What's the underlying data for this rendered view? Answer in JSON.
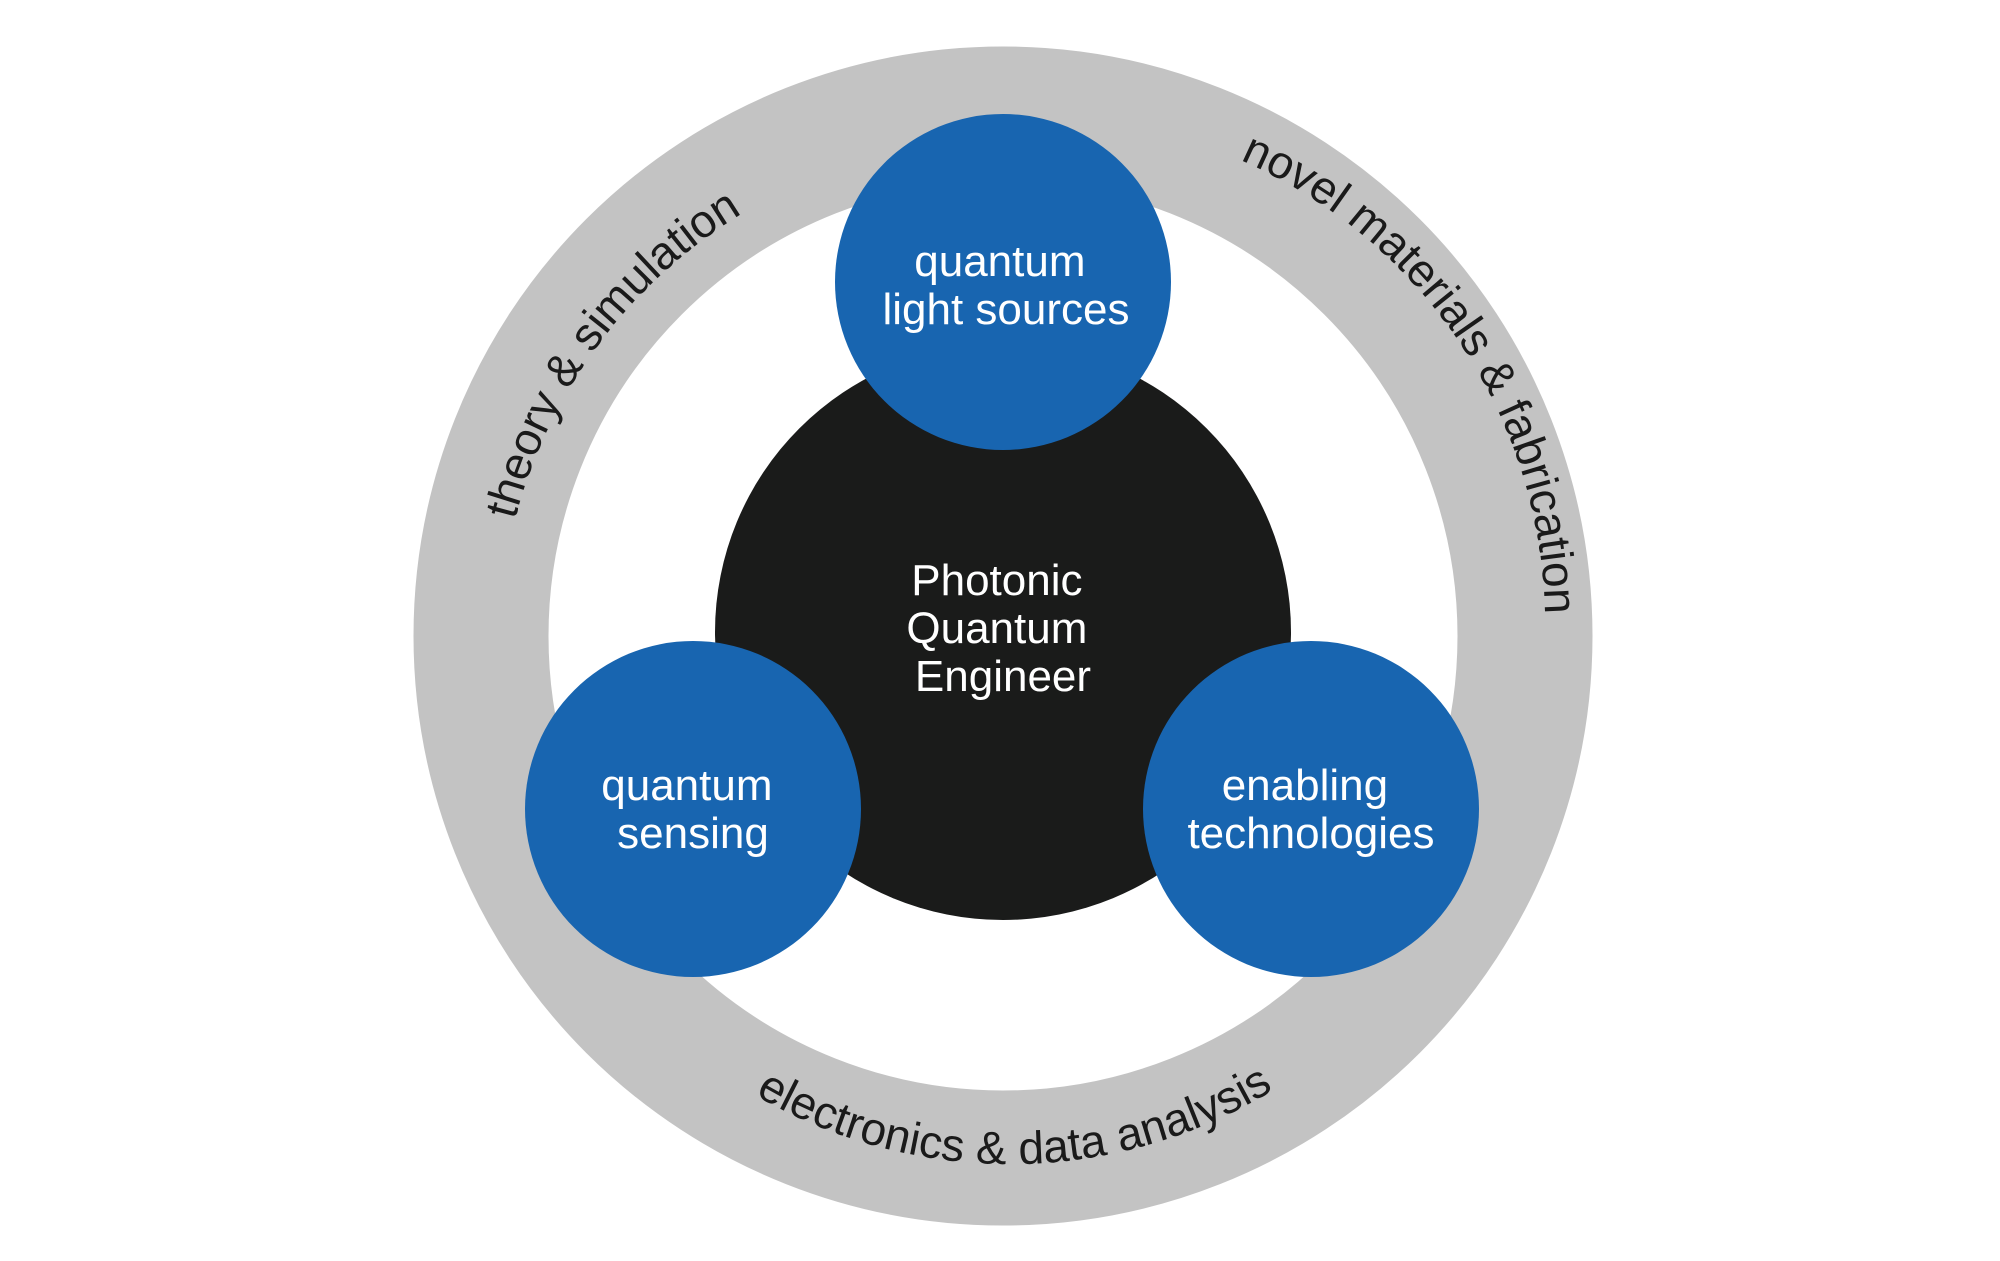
{
  "diagram": {
    "center": {
      "lines": [
        "Photonic",
        "Quantum",
        "Engineer"
      ]
    },
    "circles": {
      "top": {
        "lines": [
          "quantum",
          "light sources"
        ]
      },
      "left": {
        "lines": [
          "quantum",
          "sensing"
        ]
      },
      "right": {
        "lines": [
          "enabling",
          "technologies"
        ]
      }
    },
    "ring": {
      "top_left": "theory & simulation",
      "top_right": "novel materials & fabrication",
      "bottom": "electronics & data analysis"
    },
    "colors": {
      "ring": "#c3c3c3",
      "center": "#1a1b1a",
      "circles": "#1865b0",
      "background": "#ffffff"
    }
  }
}
